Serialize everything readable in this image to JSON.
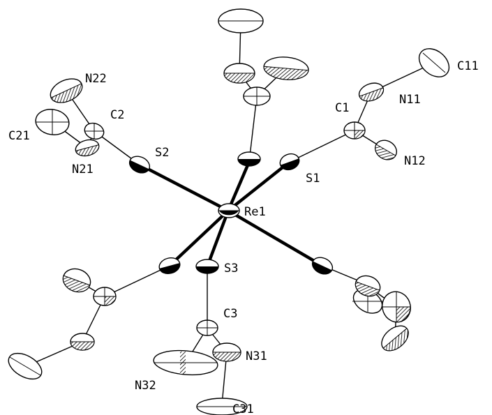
{
  "labels": {
    "re1": "Re1",
    "s1": "S1",
    "s2": "S2",
    "s3": "S3",
    "c1": "C1",
    "c2": "C2",
    "c3": "C3",
    "c11": "C11",
    "c21": "C21",
    "c31": "C31",
    "n11": "N11",
    "n12": "N12",
    "n21": "N21",
    "n22": "N22",
    "n31": "N31",
    "n32": "N32"
  }
}
